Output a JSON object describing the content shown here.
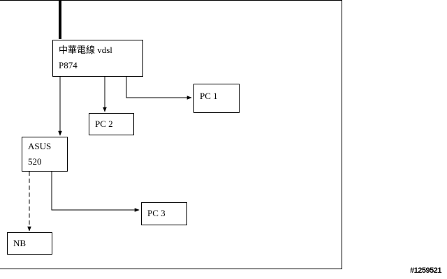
{
  "diagram": {
    "nodes": [
      {
        "id": "modem",
        "lines": [
          "中華電線 vdsl",
          "P874"
        ]
      },
      {
        "id": "pc1",
        "lines": [
          "PC 1"
        ]
      },
      {
        "id": "pc2",
        "lines": [
          "PC 2"
        ]
      },
      {
        "id": "router",
        "lines": [
          "ASUS",
          "520"
        ]
      },
      {
        "id": "pc3",
        "lines": [
          "PC 3"
        ]
      },
      {
        "id": "nb",
        "lines": [
          "NB"
        ]
      }
    ],
    "edges": [
      {
        "from": "uplink",
        "to": "modem",
        "style": "thick"
      },
      {
        "from": "modem",
        "to": "pc1",
        "style": "solid"
      },
      {
        "from": "modem",
        "to": "pc2",
        "style": "solid"
      },
      {
        "from": "modem",
        "to": "router",
        "style": "solid"
      },
      {
        "from": "router",
        "to": "pc3",
        "style": "solid"
      },
      {
        "from": "router",
        "to": "nb",
        "style": "dashed"
      }
    ]
  },
  "watermark": "#1259521"
}
